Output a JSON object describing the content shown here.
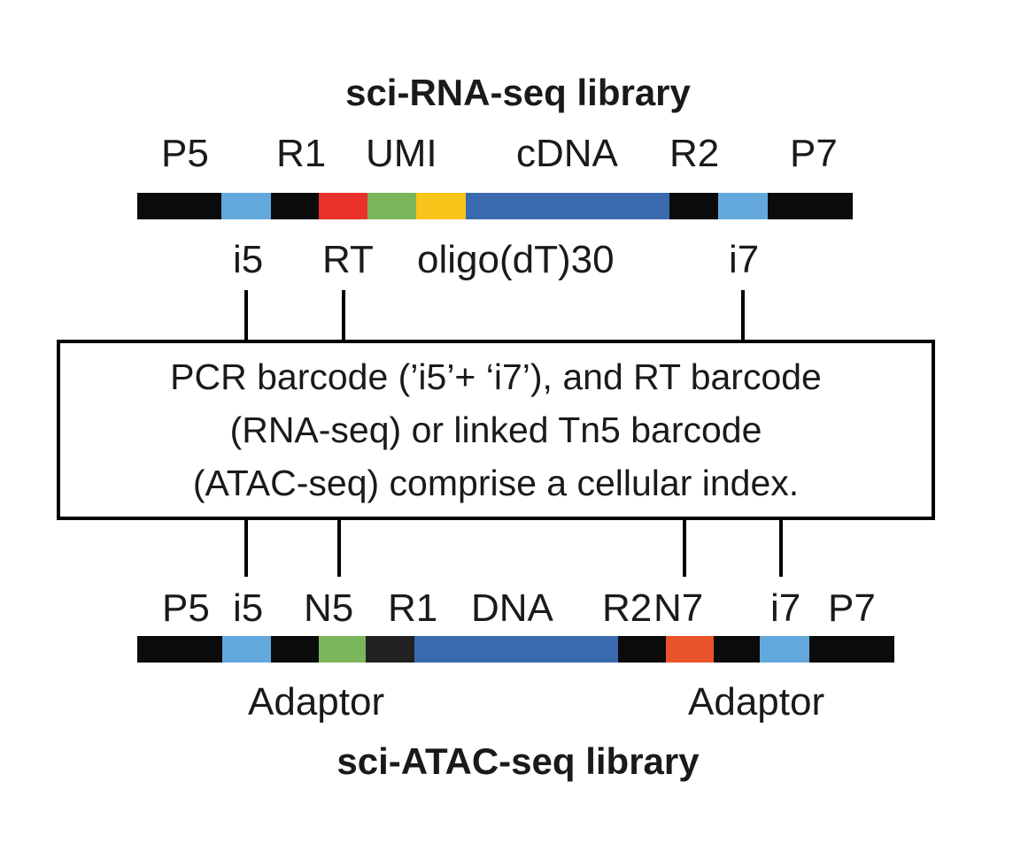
{
  "rna": {
    "title": "sci-RNA-seq library",
    "top_labels": {
      "p5": "P5",
      "r1": "R1",
      "umi": "UMI",
      "cdna": "cDNA",
      "r2": "R2",
      "p7": "P7"
    },
    "bottom_labels": {
      "i5": "i5",
      "rt": "RT",
      "oligo": "oligo(dT)30",
      "i7": "i7"
    }
  },
  "callout": {
    "line1": "PCR barcode (’i5’+ ‘i7’), and RT barcode",
    "line2": "(RNA-seq) or linked Tn5 barcode",
    "line3": "(ATAC-seq) comprise a cellular index."
  },
  "atac": {
    "title": "sci-ATAC-seq library",
    "top_labels": {
      "p5": "P5",
      "i5": "i5",
      "n5": "N5",
      "r1": "R1",
      "dna": "DNA",
      "r2": "R2",
      "n7": "N7",
      "i7": "i7",
      "p7": "P7"
    },
    "bottom_labels": {
      "adaptor_left": "Adaptor",
      "adaptor_right": "Adaptor"
    }
  },
  "colors": {
    "p_adapter": "#0b0b0b",
    "index": "#63a8dc",
    "rt_barcode": "#e8322b",
    "umi": "#7cb65a",
    "oligo_dt": "#f9c51b",
    "insert": "#3a6aad",
    "n7": "#e9542a",
    "r1_atac": "#222222"
  }
}
